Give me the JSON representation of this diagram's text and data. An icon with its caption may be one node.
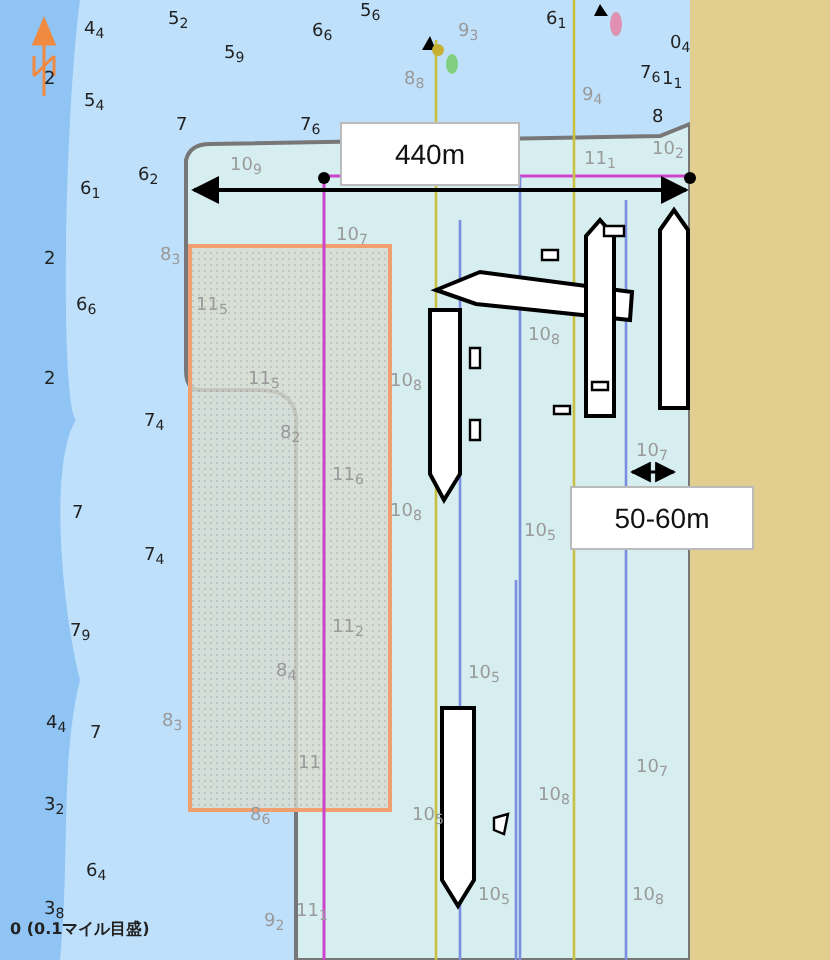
{
  "diagram": {
    "nodes": [
      {
        "text": [
          "440m"
        ]
      },
      {
        "text": [
          "50-60m"
        ]
      }
    ],
    "labels": [
      "5$_{6}$",
      "6$_{1}$",
      "4$_{4}$",
      "5$_{2}$",
      "6$_{6}$",
      "9$_{3}$",
      "5$_{9}$",
      "0$_{4}$",
      "2",
      "8$_{8}$",
      "7$_{6}$",
      "1$_{1}$",
      "5$_{4}$",
      "9$_{4}$",
      "7",
      "7$_{6}$",
      "8",
      "10$_{2}$",
      "10$_{9}$",
      "6$_{2}$",
      "11$_{1}$",
      "6$_{1}$",
      "10$_{7}$",
      "2",
      "8$_{3}$",
      "6$_{6}$",
      "11$_{5}$",
      "10$_{8}$",
      "2",
      "11$_{5}$",
      "10$_{8}$",
      "7$_{4}$",
      "8$_{2}$",
      "11$_{6}$",
      "10$_{7}$",
      "7",
      "10$_{8}$",
      "10$_{5}$",
      "7$_{4}$",
      "7$_{9}$",
      "11$_{2}$",
      "8$_{4}$",
      "10$_{5}$",
      "4$_{4}$",
      "7",
      "8$_{3}$",
      "11",
      "10$_{7}$",
      "10$_{8}$",
      "3$_{2}$",
      "8$_{6}$",
      "10$_{5}$",
      "6$_{4}$",
      "3$_{8}$",
      "10$_{5}$",
      "10$_{8}$",
      "11$_{1}$",
      "9$_{2}$",
      "0 (0.1マイル目盛)"
    ]
  }
}
